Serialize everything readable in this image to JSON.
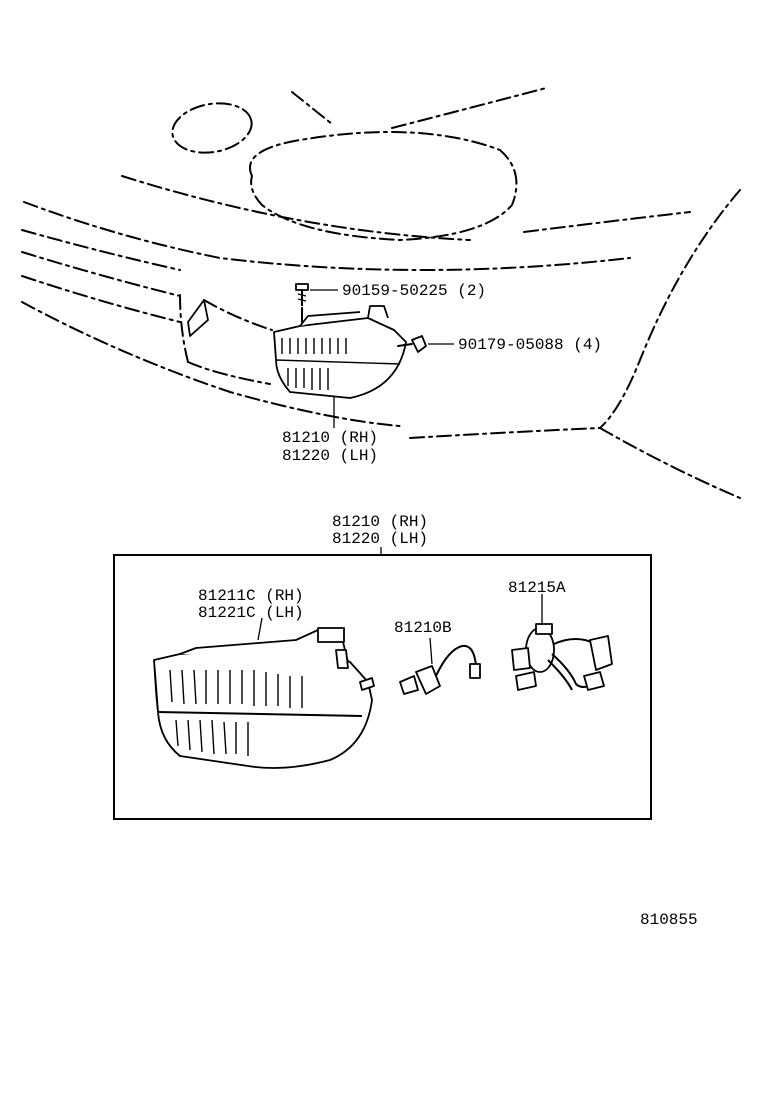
{
  "callouts": {
    "bolt": "90159-50225 (2)",
    "clip": "90179-05088 (4)",
    "lamp_top_rh": "81210 (RH)",
    "lamp_top_lh": "81220 (LH)",
    "assy_rh": "81210 (RH)",
    "assy_lh": "81220 (LH)",
    "lens_rh": "81211C (RH)",
    "lens_lh": "81221C (LH)",
    "bulb": "81210B",
    "socket": "81215A"
  },
  "diagram_id": "810855"
}
